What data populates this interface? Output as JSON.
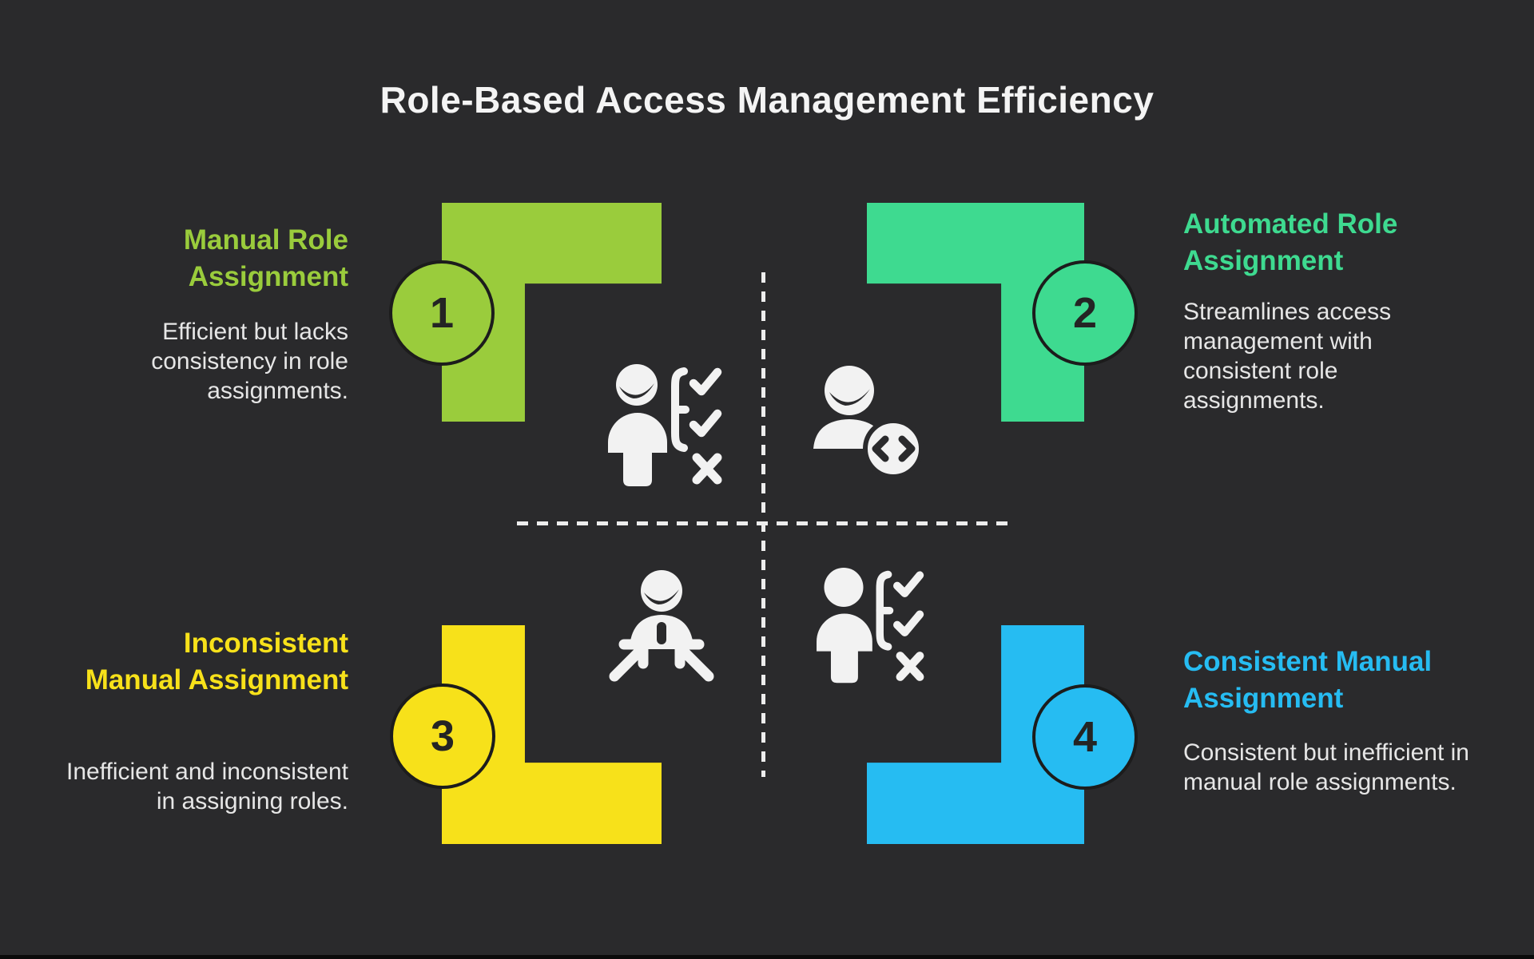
{
  "title": "Role-Based Access Management Efficiency",
  "colors": {
    "background": "#2A2A2C",
    "title": "#F4F4F4",
    "body": "#E6E6E6",
    "icon": "#F2F2F2",
    "lime": "#9ACC3C",
    "teal": "#3EDA90",
    "yellow": "#F7E11A",
    "blue": "#26BCF2"
  },
  "quadrants": [
    {
      "number": "1",
      "heading": "Manual Role Assignment",
      "description": "Efficient but lacks consistency in role assignments.",
      "color": "#9ACC3C",
      "icon": "person-checklist-icon"
    },
    {
      "number": "2",
      "heading": "Automated Role Assignment",
      "description": "Streamlines access management with consistent role assignments.",
      "color": "#3EDA90",
      "icon": "person-code-badge-icon"
    },
    {
      "number": "3",
      "heading": "Inconsistent Manual Assignment",
      "description": "Inefficient and inconsistent in assigning roles.",
      "color": "#F7E11A",
      "icon": "person-converging-arrows-icon"
    },
    {
      "number": "4",
      "heading": "Consistent Manual Assignment",
      "description": "Consistent but inefficient in manual role assignments.",
      "color": "#26BCF2",
      "icon": "person-tasklist-icon"
    }
  ]
}
